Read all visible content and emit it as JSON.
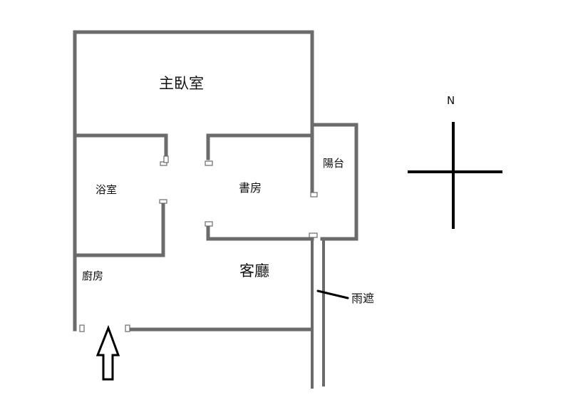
{
  "rooms": {
    "master_bedroom": "主臥室",
    "bathroom": "浴室",
    "study": "書房",
    "balcony": "陽台",
    "kitchen": "廚房",
    "living_room": "客廳",
    "awning": "雨遮"
  },
  "compass": {
    "north": "N"
  },
  "colors": {
    "wall": "#6b6b6b",
    "ink": "#000000"
  },
  "icons": {
    "entrance": "entrance-arrow-icon",
    "compass": "compass-cross-icon"
  }
}
